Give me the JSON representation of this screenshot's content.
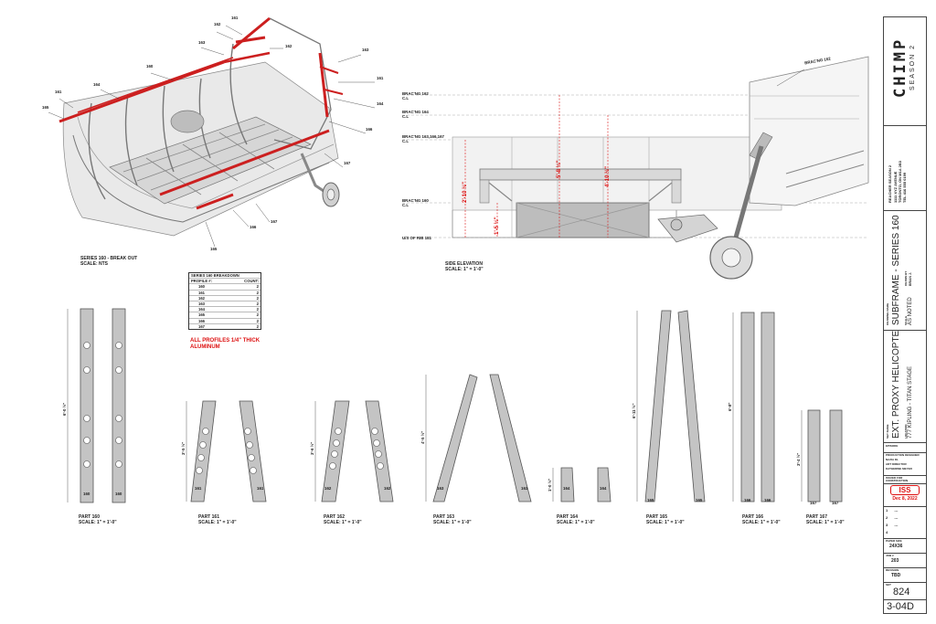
{
  "iso": {
    "caption_title": "SERIES 160 - BREAK OUT",
    "caption_scale": "SCALE: NTS",
    "callouts": [
      "161",
      "162",
      "163",
      "160",
      "164",
      "161",
      "165",
      "162",
      "163",
      "161",
      "164",
      "166",
      "167",
      "166",
      "167",
      "165"
    ]
  },
  "elevation": {
    "caption_title": "SIDE ELEVATION",
    "caption_scale": "SCALE: 1\" = 1'-0\"",
    "levels": [
      {
        "name": "BRAC'NG 162",
        "sub": "C.L"
      },
      {
        "name": "BRAC'NG 164",
        "sub": "C.L"
      },
      {
        "name": "BRAC'NG 163,166,167",
        "sub": "C.L"
      },
      {
        "name": "BRAC'NG 160",
        "sub": "C.L"
      },
      {
        "name": "U/S OF RIB 181",
        "sub": ""
      }
    ],
    "top_label": "BRAC'NG 162",
    "dims": [
      "2'-10 ½\"",
      "1'-5 ½\"",
      "5'-8 ½\"",
      "4'-10 ½\""
    ]
  },
  "breakdown": {
    "title": "SERIES 160 BREAKDOWN",
    "col1": "PROFILE #:",
    "col2": "COUNT:",
    "rows": [
      [
        "160",
        "2"
      ],
      [
        "161",
        "2"
      ],
      [
        "162",
        "2"
      ],
      [
        "163",
        "2"
      ],
      [
        "164",
        "2"
      ],
      [
        "165",
        "2"
      ],
      [
        "166",
        "2"
      ],
      [
        "167",
        "2"
      ]
    ]
  },
  "note": {
    "line1": "ALL PROFILES 1/4\" THICK",
    "line2": "ALUMINUM"
  },
  "parts": [
    {
      "title": "PART 160",
      "scale": "SCALE: 1\" = 1'-0\"",
      "label": "160",
      "dim": "6'-0 ½\""
    },
    {
      "title": "PART 161",
      "scale": "SCALE: 1\" = 1'-0\"",
      "label": "161",
      "dim": "3'-5 ½\""
    },
    {
      "title": "PART 162",
      "scale": "SCALE: 1\" = 1'-0\"",
      "label": "162",
      "dim": "3'-6 ½\""
    },
    {
      "title": "PART 163",
      "scale": "SCALE: 1\" = 1'-0\"",
      "label": "163",
      "dim": "4'-5 ½\""
    },
    {
      "title": "PART 164",
      "scale": "SCALE: 1\" = 1'-0\"",
      "label": "164",
      "dim": "1'-0 ½\""
    },
    {
      "title": "PART 165",
      "scale": "SCALE: 1\" = 1'-0\"",
      "label": "165",
      "dim": "6'-11 ½\""
    },
    {
      "title": "PART 166",
      "scale": "SCALE: 1\" = 1'-0\"",
      "label": "166",
      "dim": "6'-8\""
    },
    {
      "title": "PART 167",
      "scale": "SCALE: 1\" = 1'-0\"",
      "label": "167",
      "dim": "3'-4 ½\""
    }
  ],
  "titleblock": {
    "logo": "CHIMP",
    "season": "SEASON 2",
    "company": "REACHER SEASON 2",
    "address1": "1111 XYZ AVENUE",
    "address2": "TORONTO, ON M1A 2B3",
    "phone": "TEL 416 555 0199",
    "drawing_name_label": "DRAWING NAME",
    "drawing_name": "SUBFRAME - SERIES 160",
    "scale_label": "SCALE",
    "scale": "AS NOTED",
    "drawn_by_label": "DRAWN BY",
    "drawn_by": "BRIAN J.",
    "set_name_label": "SET NAME",
    "set_name": "EXT. PROXY HELICOPTER",
    "location_label": "LOCATION",
    "location": "777 KIPLING - TITAN STAGE",
    "episode_label": "EPISODE",
    "designer_label": "PRODUCTION DESIGNER",
    "designer": "NAZIA DL",
    "director_label": "ART DIRECTOR",
    "director": "KATHERINE MEYER",
    "issued_for_label": "ISSUED FOR",
    "issued_for": "CONSTRUCTION",
    "issue_status": "ISS",
    "issue_date": "Dec 8, 2022",
    "revisions": [
      "1",
      "2",
      "3",
      "4"
    ],
    "rev_notes": [
      "---",
      "---",
      "---",
      ""
    ],
    "paper_label": "PAPER SIZE",
    "paper": "24X36",
    "job_label": "JOB #",
    "job": "203",
    "revision_label": "REVISION",
    "revision": "TBD",
    "set_label": "SET",
    "set_number": "824",
    "sheet": "3-04D"
  }
}
